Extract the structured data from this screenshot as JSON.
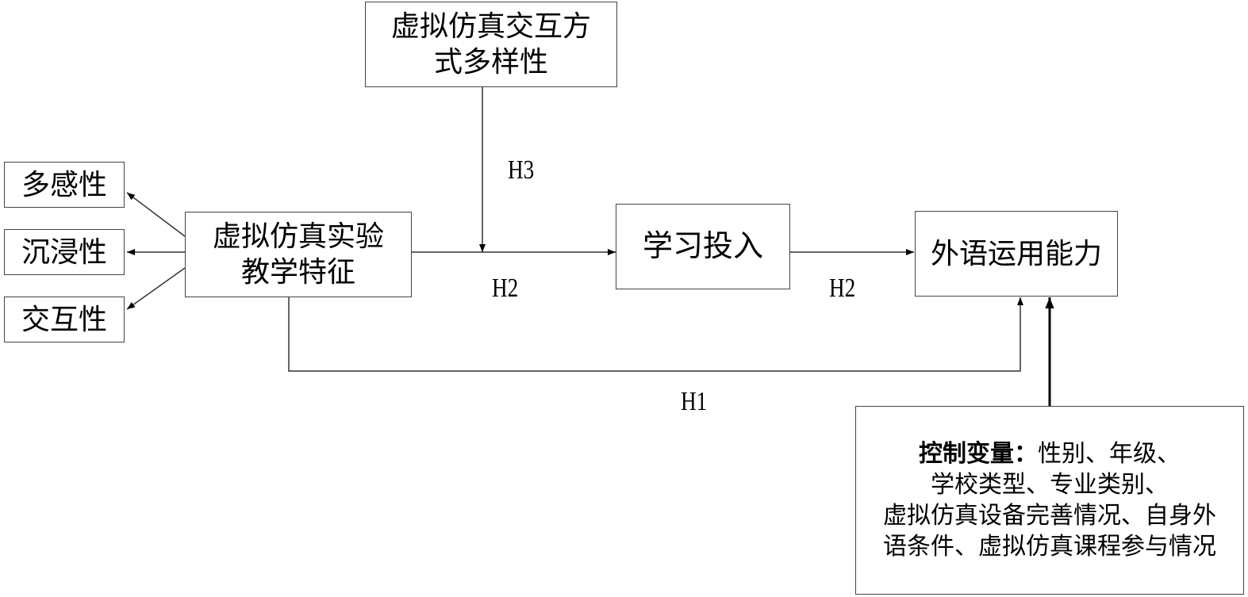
{
  "nodes": {
    "interaction_diversity": {
      "lines": [
        "虚拟仿真交互方",
        "式多样性"
      ]
    },
    "teaching_features": {
      "lines": [
        "虚拟仿真实验",
        "教学特征"
      ]
    },
    "multisensory": {
      "label": "多感性"
    },
    "immersion": {
      "label": "沉浸性"
    },
    "interactivity": {
      "label": "交互性"
    },
    "learning_engagement": {
      "label": "学习投入"
    },
    "language_ability": {
      "label": "外语运用能力"
    },
    "control_variables": {
      "title": "控制变量：",
      "lines": [
        "性别、年级、",
        "学校类型、专业类别、",
        "虚拟仿真设备完善情况、自身外",
        "语条件、虚拟仿真课程参与情况"
      ]
    }
  },
  "edge_labels": {
    "h3": "H3",
    "h2_left": "H2",
    "h2_right": "H2",
    "h1": "H1"
  }
}
